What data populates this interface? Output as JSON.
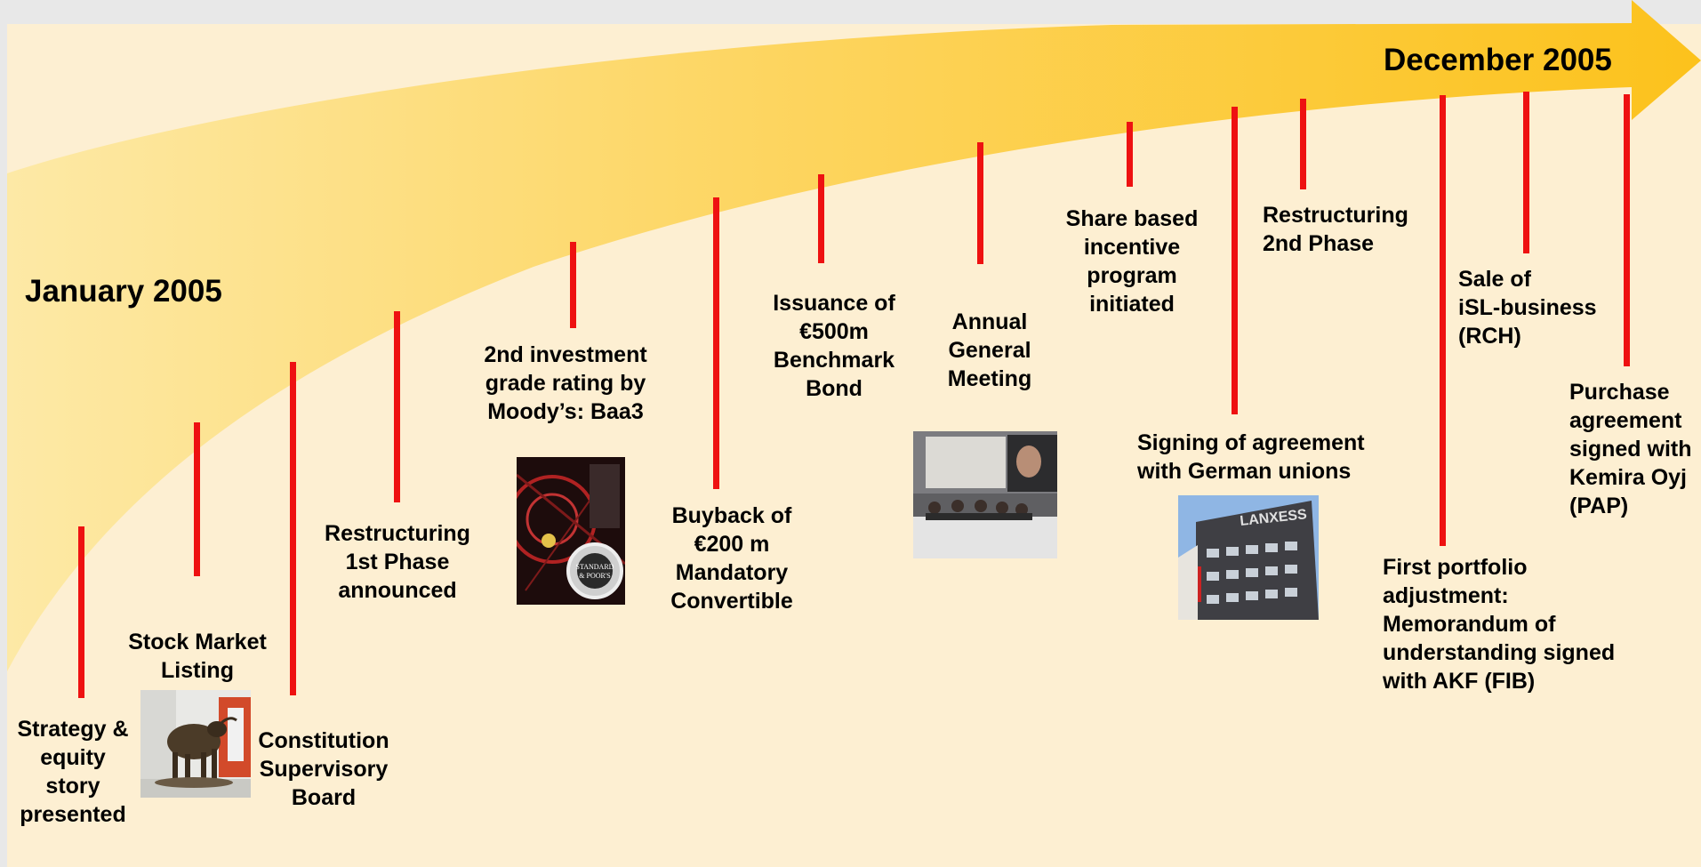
{
  "timeline": {
    "start_label": "January 2005",
    "end_label": "December 2005",
    "colors": {
      "background": "#fdefd2",
      "arrow_light": "#fde9a6",
      "arrow_dark": "#fcc21c",
      "marker_line": "#ee1111"
    }
  },
  "events": {
    "e01": {
      "label": "Strategy &\nequity\nstory\npresented"
    },
    "e02": {
      "label": "Stock Market\nListing"
    },
    "e03": {
      "label": "Constitution\nSupervisory\nBoard"
    },
    "e04": {
      "label": "Restructuring\n1st Phase\nannounced"
    },
    "e05": {
      "label": "2nd investment\ngrade rating by\nMoody’s: Baa3"
    },
    "e06": {
      "label": "Buyback of\n€200 m\nMandatory\nConvertible"
    },
    "e07": {
      "label": "Issuance of\n€500m\nBenchmark\nBond"
    },
    "e08": {
      "label": "Annual\nGeneral\nMeeting"
    },
    "e09": {
      "label": "Share based\nincentive\nprogram\ninitiated"
    },
    "e10": {
      "label": "Signing of agreement\nwith German unions"
    },
    "e11": {
      "label": "Restructuring\n2nd Phase"
    },
    "e12": {
      "label": "First portfolio\nadjustment:\nMemorandum of\nunderstanding signed\nwith AKF (FIB)"
    },
    "e13": {
      "label": "Sale of\niSL-business\n(RCH)"
    },
    "e14": {
      "label": "Purchase\nagreement\nsigned with\nKemira Oyj\n(PAP)"
    }
  },
  "photos": {
    "bull": {
      "description_icon": "bull-statue-photo"
    },
    "sp_badge": {
      "description_icon": "standard-and-poors-photo",
      "badge_text": "STANDARD\n& POOR'S"
    },
    "agm": {
      "description_icon": "agm-stage-photo"
    },
    "building": {
      "description_icon": "lanxess-building-photo",
      "sign_text": "LANXESS"
    }
  }
}
